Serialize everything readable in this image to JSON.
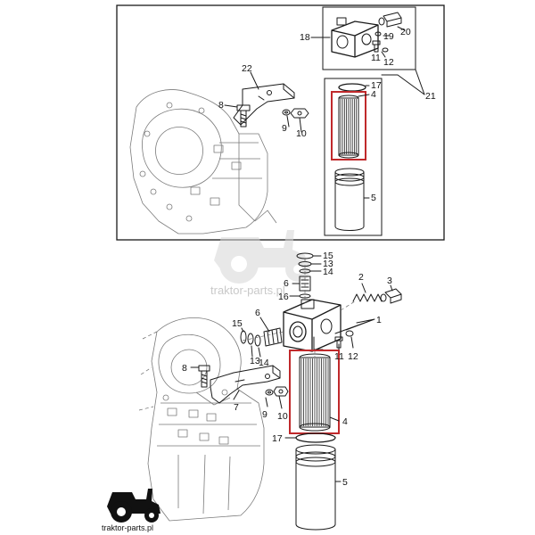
{
  "diagram": {
    "top_panel": {
      "callouts": [
        "18",
        "19",
        "20",
        "11",
        "12",
        "22",
        "17",
        "4",
        "21",
        "8",
        "9",
        "10",
        "5"
      ]
    },
    "bottom_panel": {
      "callouts": [
        "15",
        "13",
        "14",
        "6",
        "16",
        "2",
        "3",
        "15",
        "6",
        "14",
        "13",
        "1",
        "11",
        "12",
        "8",
        "7",
        "9",
        "10",
        "4",
        "17",
        "5"
      ]
    },
    "highlight_color": "#c0292b"
  },
  "watermark": {
    "center_text": "traktor-parts.pl",
    "logo_text": "traktor-parts.pl"
  }
}
